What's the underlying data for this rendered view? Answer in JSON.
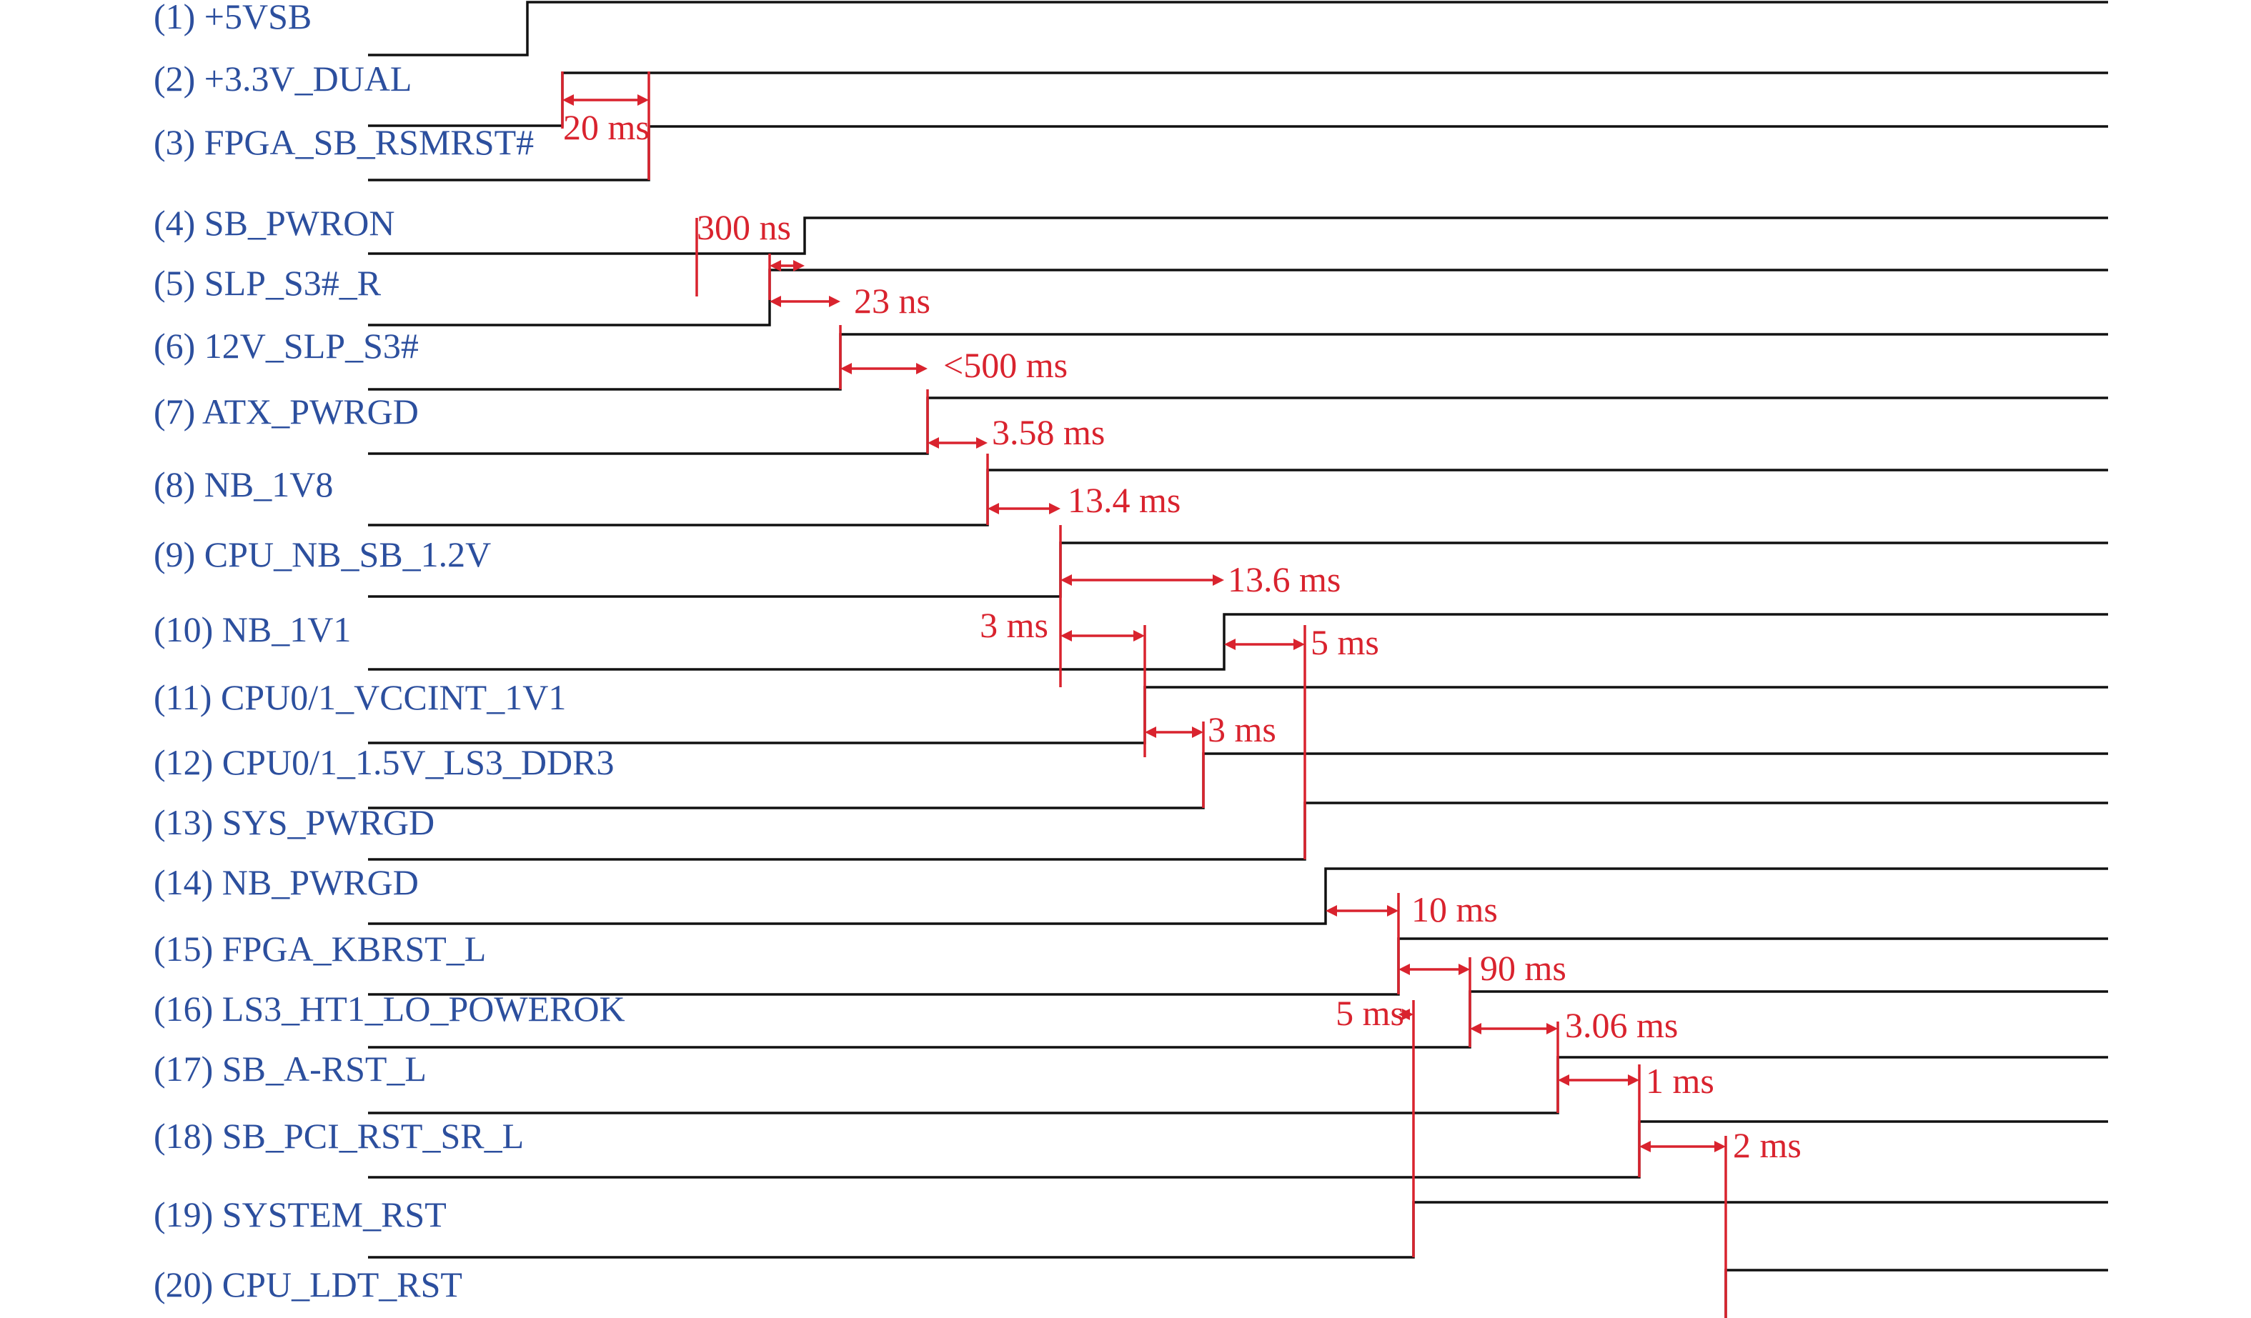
{
  "signals": [
    {
      "label": "(1)  +5VSB"
    },
    {
      "label": "(2) +3.3V_DUAL"
    },
    {
      "label": "(3) FPGA_SB_RSMRST#"
    },
    {
      "label": "(4) SB_PWRON"
    },
    {
      "label": "(5) SLP_S3#_R"
    },
    {
      "label": "(6) 12V_SLP_S3#"
    },
    {
      "label": "(7) ATX_PWRGD"
    },
    {
      "label": "(8) NB_1V8"
    },
    {
      "label": "(9) CPU_NB_SB_1.2V"
    },
    {
      "label": "(10) NB_1V1"
    },
    {
      "label": "(11) CPU0/1_VCCINT_1V1"
    },
    {
      "label": "(12) CPU0/1_1.5V_LS3_DDR3"
    },
    {
      "label": "(13) SYS_PWRGD"
    },
    {
      "label": "(14) NB_PWRGD"
    },
    {
      "label": "(15) FPGA_KBRST_L"
    },
    {
      "label": "(16) LS3_HT1_LO_POWEROK"
    },
    {
      "label": "(17) SB_A-RST_L"
    },
    {
      "label": "(18) SB_PCI_RST_SR_L"
    },
    {
      "label": "(19) SYSTEM_RST"
    },
    {
      "label": "(20) CPU_LDT_RST"
    }
  ],
  "delays": [
    {
      "label": "20 ms",
      "from": 2,
      "to": 3
    },
    {
      "label": "300 ns",
      "from": 5,
      "to": 4
    },
    {
      "label": "23 ns",
      "from": 5,
      "to": 6
    },
    {
      "label": "<500 ms",
      "from": 6,
      "to": 7
    },
    {
      "label": "3.58 ms",
      "from": 7,
      "to": 8
    },
    {
      "label": "13.4 ms",
      "from": 8,
      "to": 9
    },
    {
      "label": "13.6 ms",
      "from": 9,
      "to": 10
    },
    {
      "label": "3 ms",
      "from": 9,
      "to": 11
    },
    {
      "label": "5 ms",
      "from": 10,
      "to": 13
    },
    {
      "label": "3 ms",
      "from": 11,
      "to": 12
    },
    {
      "label": "10 ms",
      "from": 14,
      "to": 15
    },
    {
      "label": "90 ms",
      "from": 15,
      "to": 16
    },
    {
      "label": "5 ms",
      "from": 19,
      "to": 15
    },
    {
      "label": "3.06 ms",
      "from": 16,
      "to": 17
    },
    {
      "label": "1 ms",
      "from": 17,
      "to": 18
    },
    {
      "label": "2 ms",
      "from": 18,
      "to": 20
    }
  ],
  "colors": {
    "signal_text": "#2c4f9e",
    "waveform": "#111111",
    "annotation": "#d9232e"
  }
}
